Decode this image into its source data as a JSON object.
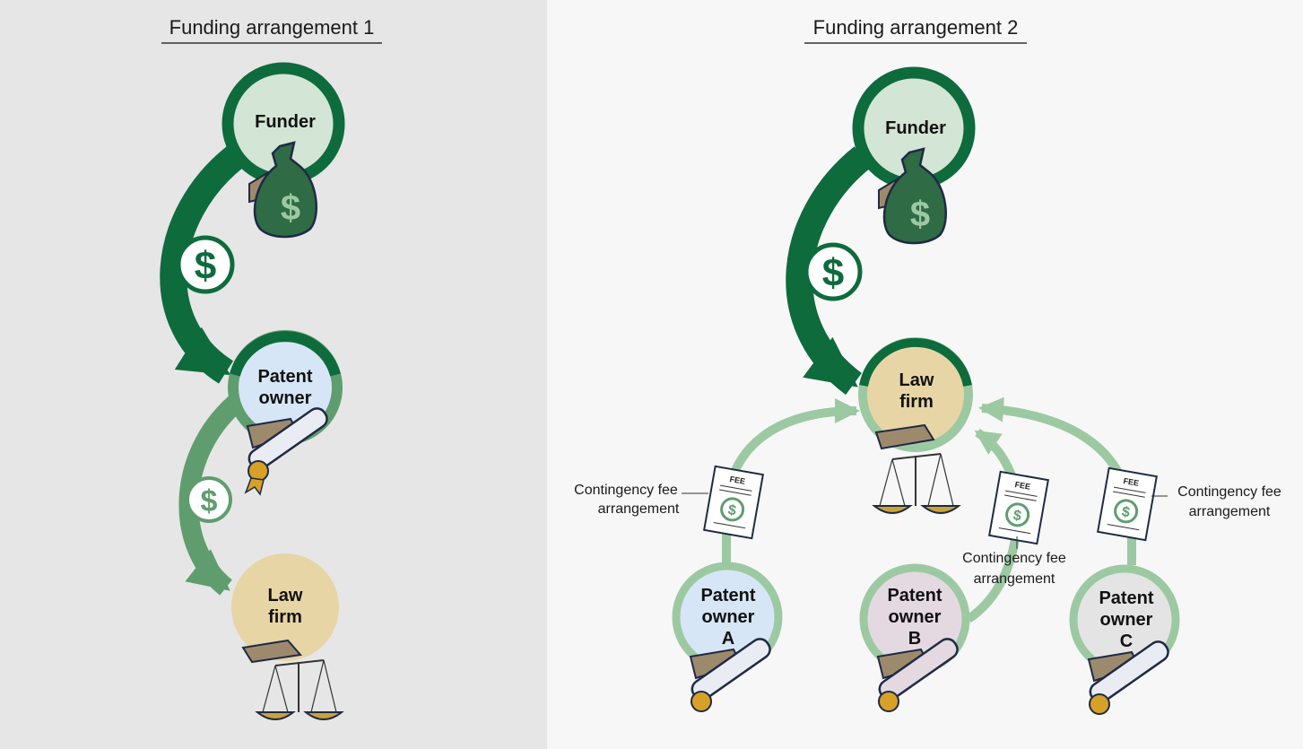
{
  "colors": {
    "left_bg": "#e6e6e6",
    "right_bg": "#f7f7f7",
    "dark_green": "#0e6b3c",
    "mid_green": "#5f9d6f",
    "light_green": "#9cc9a2",
    "funder_fill": "#d3e5d4",
    "patent_blue": "#d6e6f6",
    "patent_mauve": "#e4d9e1",
    "patent_grey": "#e4e4e4",
    "law_tan": "#e8d5a5",
    "skin": "#9d8a6d",
    "gold": "#d6a126"
  },
  "panel1": {
    "title": "Funding arrangement 1",
    "funder": {
      "label": [
        "Funder"
      ],
      "icon": "money-bag-hand-icon"
    },
    "patent_owner": {
      "label": [
        "Patent",
        "owner"
      ],
      "icon": "patent-scroll-hand-icon"
    },
    "law_firm": {
      "label": [
        "Law",
        "firm"
      ],
      "icon": "scales-hand-icon"
    },
    "flow_icon": "dollar-badge-icon"
  },
  "panel2": {
    "title": "Funding arrangement 2",
    "funder": {
      "label": [
        "Funder"
      ],
      "icon": "money-bag-hand-icon"
    },
    "law_firm": {
      "label": [
        "Law",
        "firm"
      ],
      "icon": "scales-hand-icon"
    },
    "patent_owners": [
      {
        "label": [
          "Patent",
          "owner",
          "A"
        ]
      },
      {
        "label": [
          "Patent",
          "owner",
          "B"
        ]
      },
      {
        "label": [
          "Patent",
          "owner",
          "C"
        ]
      }
    ],
    "contract_label": "FEE",
    "notes": [
      {
        "lines": [
          "Contingency fee",
          "arrangement"
        ]
      },
      {
        "lines": [
          "Contingency fee",
          "arrangement"
        ]
      },
      {
        "lines": [
          "Contingency fee",
          "arrangement"
        ]
      }
    ],
    "flow_icon": "dollar-badge-icon"
  }
}
